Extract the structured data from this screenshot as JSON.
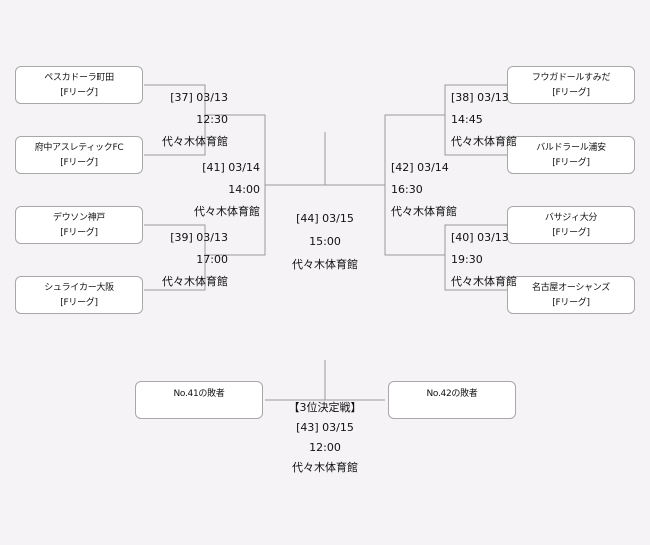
{
  "teams": {
    "t1": {
      "name": "ペスカドーラ町田",
      "league": "[Fリーグ]"
    },
    "t2": {
      "name": "府中アスレティックFC",
      "league": "[Fリーグ]"
    },
    "t3": {
      "name": "デウソン神戸",
      "league": "[Fリーグ]"
    },
    "t4": {
      "name": "シュライカー大阪",
      "league": "[Fリーグ]"
    },
    "t5": {
      "name": "フウガドールすみだ",
      "league": "[Fリーグ]"
    },
    "t6": {
      "name": "バルドラール浦安",
      "league": "[Fリーグ]"
    },
    "t7": {
      "name": "バサジィ大分",
      "league": "[Fリーグ]"
    },
    "t8": {
      "name": "名古屋オーシャンズ",
      "league": "[Fリーグ]"
    },
    "loser41": {
      "name": "No.41の敗者"
    },
    "loser42": {
      "name": "No.42の敗者"
    }
  },
  "matches": {
    "m37": {
      "no_date": "[37] 03/13",
      "time": "12:30",
      "venue": "代々木体育館"
    },
    "m38": {
      "no_date": "[38] 03/13",
      "time": "14:45",
      "venue": "代々木体育館"
    },
    "m39": {
      "no_date": "[39] 03/13",
      "time": "17:00",
      "venue": "代々木体育館"
    },
    "m40": {
      "no_date": "[40] 03/13",
      "time": "19:30",
      "venue": "代々木体育館"
    },
    "m41": {
      "no_date": "[41] 03/14",
      "time": "14:00",
      "venue": "代々木体育館"
    },
    "m42": {
      "no_date": "[42] 03/14",
      "time": "16:30",
      "venue": "代々木体育館"
    },
    "m44": {
      "no_date": "[44] 03/15",
      "time": "15:00",
      "venue": "代々木体育館"
    },
    "m43": {
      "title": "【3位決定戦】",
      "no_date": "[43] 03/15",
      "time": "12:00",
      "venue": "代々木体育館"
    }
  },
  "colors": {
    "background": "#f5f3f6",
    "line": "#9a9a9a",
    "box_border": "#a8a8a8"
  }
}
